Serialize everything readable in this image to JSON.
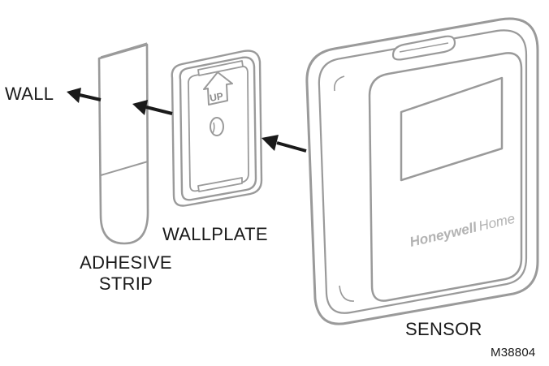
{
  "labels": {
    "wall": "WALL",
    "wallplate": "WALLPLATE",
    "adhesive_line1": "ADHESIVE",
    "adhesive_line2": "STRIP",
    "sensor": "SENSOR",
    "figure_id": "M38804"
  },
  "wallplate_marking": "UP",
  "brand_logo_text": "Honeywell Home",
  "colors": {
    "outline": "#9a9a9a",
    "fill": "#ffffff",
    "arrow": "#1a1a1a",
    "text": "#1a1a1a",
    "logo": "#b3b3b3"
  },
  "icons": {
    "arrows": "left-arrow-icon",
    "up_marker": "up-arrow-icon"
  }
}
